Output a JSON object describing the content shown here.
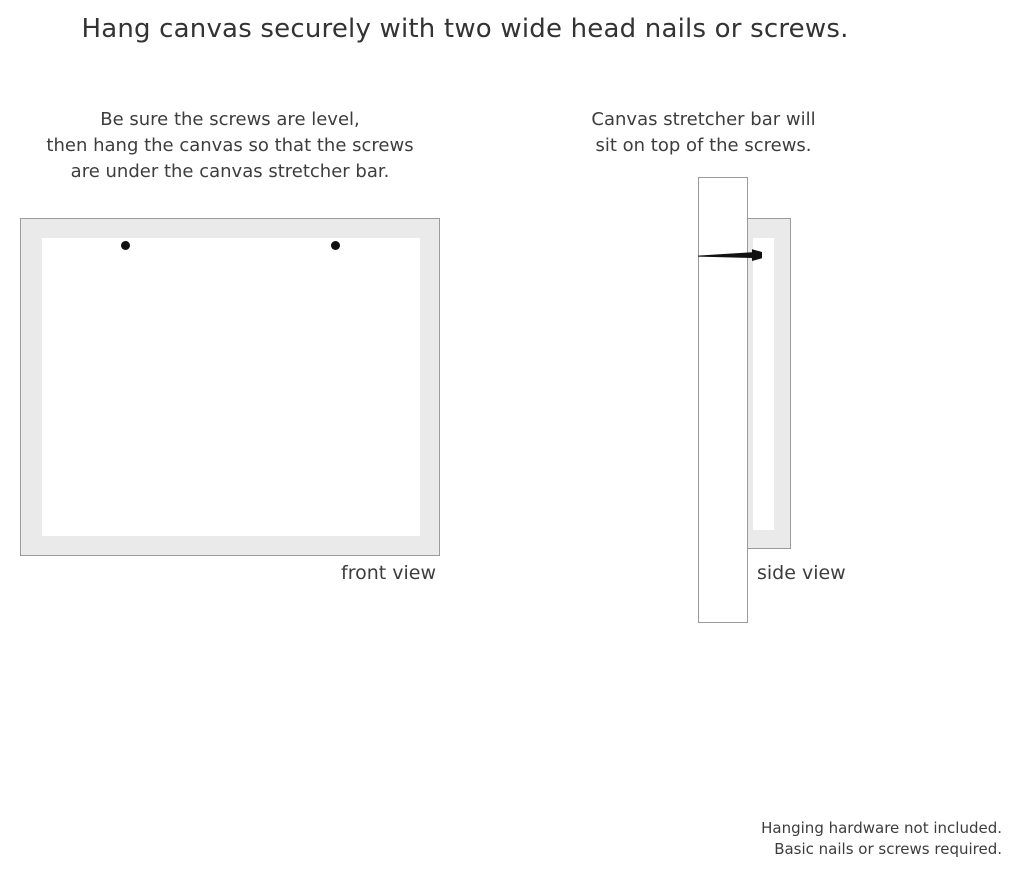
{
  "title": "Hang canvas securely with two wide head nails or screws.",
  "captions": {
    "left": {
      "line1": "Be sure the screws are level,",
      "line2": "then hang the canvas so that the screws",
      "line3": "are under the canvas stretcher bar."
    },
    "right": {
      "line1": "Canvas stretcher bar will",
      "line2": "sit on top of the screws."
    }
  },
  "figures": {
    "front": {
      "label": "front view",
      "screw_count": 2,
      "screw_icon": "screw-dot-icon"
    },
    "side": {
      "label": "side view",
      "screw_icon": "screw-profile-icon"
    }
  },
  "footer": {
    "line1": "Hanging hardware not included.",
    "line2": "Basic nails or screws required."
  },
  "colors": {
    "background": "#ffffff",
    "frame_fill": "#eaeaea",
    "frame_border": "#9b9b9b",
    "canvas_face": "#ffffff",
    "screw": "#111111",
    "text": "#3d3d3d"
  }
}
